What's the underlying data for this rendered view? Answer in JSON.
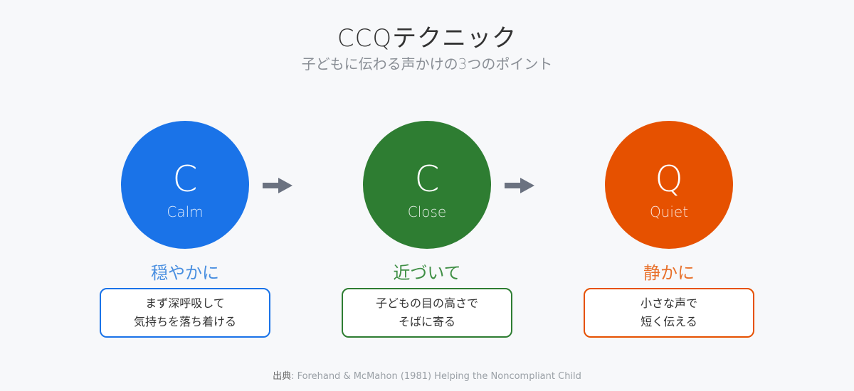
{
  "header": {
    "title": "CCQテクニック",
    "subtitle": "子どもに伝わる声かけの3つのポイント"
  },
  "steps": [
    {
      "letter": "C",
      "word": "Calm",
      "jp_label": "穏やかに",
      "desc_line1": "まず深呼吸して",
      "desc_line2": "気持ちを落ち着ける",
      "color": "#1a73e8"
    },
    {
      "letter": "C",
      "word": "Close",
      "jp_label": "近づいて",
      "desc_line1": "子どもの目の高さで",
      "desc_line2": "そばに寄る",
      "color": "#2e7d32"
    },
    {
      "letter": "Q",
      "word": "Quiet",
      "jp_label": "静かに",
      "desc_line1": "小さな声で",
      "desc_line2": "短く伝える",
      "color": "#e65100"
    }
  ],
  "arrow_color": "#6b7280",
  "source": {
    "label": "出典",
    "text": ": Forehand & McMahon (1981) Helping the Noncompliant Child"
  }
}
